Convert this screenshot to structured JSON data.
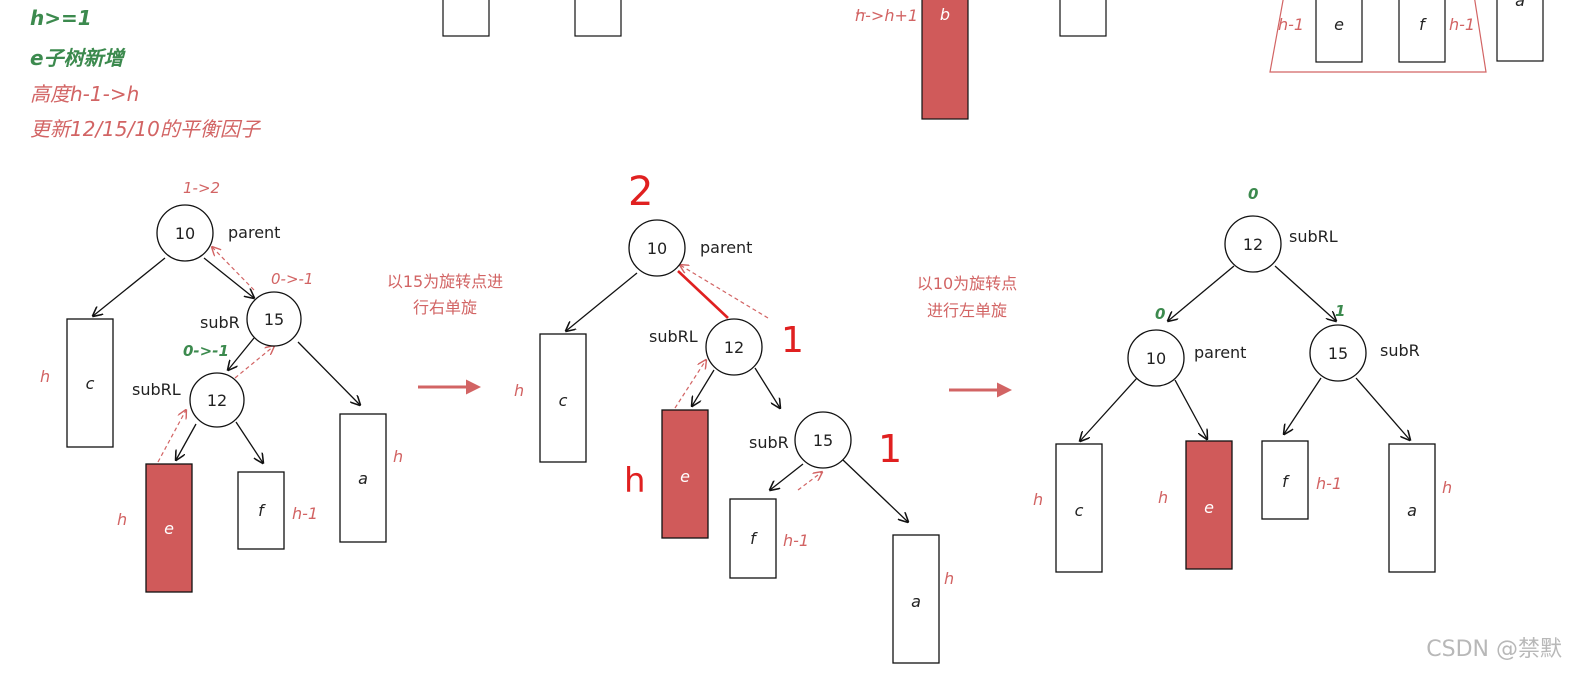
{
  "notes": {
    "line1": "h>=1",
    "line2": "e子树新增",
    "line3": "高度h-1->h",
    "line4": "更新12/15/10的平衡因子"
  },
  "top_fragment": {
    "b_label": "b",
    "b_height_change": "h->h+1",
    "e_label": "e",
    "f_label": "f",
    "a_label": "a",
    "h_minus_1": "h-1"
  },
  "diagram1": {
    "node10": "10",
    "node15": "15",
    "node12": "12",
    "parent_label": "parent",
    "subR_label": "subR",
    "subRL_label": "subRL",
    "bf10": "1->2",
    "bf15": "0->-1",
    "bf12": "0->-1",
    "box_c": "c",
    "box_e": "e",
    "box_f": "f",
    "box_a": "a",
    "h_c": "h",
    "h_e": "h",
    "h_f": "h-1",
    "h_a": "h"
  },
  "step1": {
    "line1": "以15为旋转点进",
    "line2": "行右单旋"
  },
  "diagram2": {
    "node10": "10",
    "node12": "12",
    "node15": "15",
    "parent_label": "parent",
    "subRL_label": "subRL",
    "subR_label": "subR",
    "hand_bf10": "2",
    "hand_bf12": "1",
    "hand_bf15": "1",
    "hand_h_e": "h",
    "box_c": "c",
    "box_e": "e",
    "box_f": "f",
    "box_a": "a",
    "h_c": "h",
    "h_f": "h-1",
    "h_a": "h"
  },
  "step2": {
    "line1": "以10为旋转点",
    "line2": "进行左单旋"
  },
  "diagram3": {
    "node12": "12",
    "node10": "10",
    "node15": "15",
    "subRL_label": "subRL",
    "parent_label": "parent",
    "subR_label": "subR",
    "bf12": "0",
    "bf10": "0",
    "bf15": "1",
    "box_c": "c",
    "box_e": "e",
    "box_f": "f",
    "box_a": "a",
    "h_c": "h",
    "h_e": "h",
    "h_f": "h-1",
    "h_a": "h"
  },
  "watermark": "CSDN @禁默",
  "colors": {
    "red_fill": "#d05a5a",
    "red_text": "#d26464",
    "green_text": "#3c8a4e",
    "hand_red": "#e02020"
  }
}
